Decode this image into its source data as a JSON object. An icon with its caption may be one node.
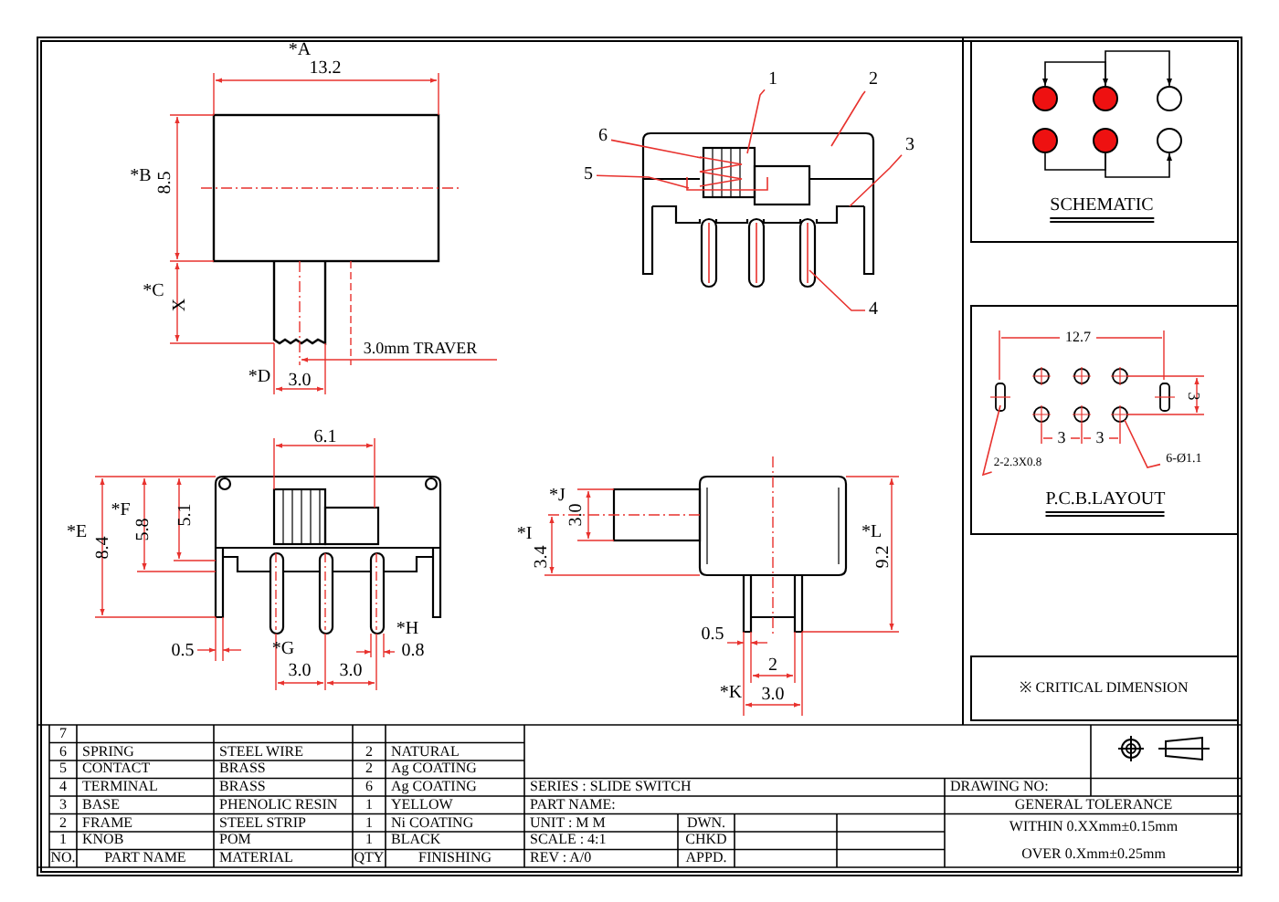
{
  "diagram": {
    "nodes": [
      {
        "text": [
          "1"
        ]
      },
      {
        "text": [
          "2"
        ]
      },
      {
        "text": [
          "3"
        ]
      },
      {
        "text": [
          "4"
        ]
      },
      {
        "text": [
          "5"
        ]
      },
      {
        "text": [
          "6"
        ]
      },
      {
        "text": [],
        "shape": "circle"
      },
      {
        "text": [],
        "shape": "circle"
      },
      {
        "text": [],
        "shape": "circle"
      },
      {
        "text": [],
        "shape": "circle"
      },
      {
        "text": [],
        "shape": "circle"
      },
      {
        "text": [],
        "shape": "circle"
      },
      {
        "text": [
          "2-2.3X0.8"
        ]
      },
      {
        "text": [
          "6-Ø1.1"
        ]
      },
      {
        "text": [],
        "shape": "picture",
        "in": 15
      },
      {
        "text": [],
        "shape": "picture"
      },
      {
        "text": [],
        "shape": "picture",
        "in": 15
      },
      {
        "text": [],
        "shape": "picture"
      },
      {
        "text": [],
        "shape": "picture",
        "in": 16
      },
      {
        "text": [],
        "shape": "picture",
        "in": 15
      },
      {
        "text": [],
        "shape": "box"
      },
      {
        "text": [],
        "shape": "circle"
      }
    ],
    "edges": [
      {
        "from": 0,
        "to": 14,
        "arrow": "none"
      },
      {
        "from": 1,
        "to": 15,
        "arrow": "none"
      },
      {
        "from": 2,
        "to": 16,
        "arrow": "none"
      },
      {
        "from": 3,
        "to": 17,
        "arrow": "none"
      },
      {
        "from": 4,
        "to": 18,
        "arrow": "none"
      },
      {
        "from": 5,
        "to": 19,
        "arrow": "none"
      },
      {
        "from": 12,
        "to": 20,
        "arrow": "none"
      },
      {
        "from": 13,
        "to": 21,
        "arrow": "none"
      },
      {
        "from": 6,
        "to": 7,
        "arrow": "both",
        "color": "#000000"
      },
      {
        "from": 7,
        "to": 8,
        "arrow": "to",
        "color": "#000000"
      },
      {
        "from": 9,
        "to": 10,
        "arrow": "none",
        "color": "#000000"
      },
      {
        "from": 10,
        "to": 11,
        "arrow": "to",
        "color": "#000000"
      }
    ],
    "labels": [
      "*A",
      "13.2",
      "*B",
      "8.5",
      "*C",
      "X",
      "3.0mm TRAVER",
      "*D",
      "3.0",
      "SCHEMATIC",
      "12.7",
      "3",
      "3",
      "3",
      "P.C.B.LAYOUT",
      "6.1",
      "*E",
      "8.4",
      "*F",
      "5.8",
      "5.1",
      "0.5",
      "*G",
      "3.0",
      "3.0",
      "*H",
      "0.8",
      "*J",
      "3.0",
      "*I",
      "3.4",
      "*L",
      "9.2",
      "0.5",
      "2",
      "*K",
      "3.0",
      "※ CRITICAL DIMENSION",
      "7",
      "6",
      "SPRING",
      "STEEL WIRE",
      "2",
      "NATURAL",
      "5",
      "CONTACT",
      "BRASS",
      "2",
      "Ag COATING",
      "4",
      "TERMINAL",
      "BRASS",
      "6",
      "Ag COATING",
      "SERIES : SLIDE SWITCH",
      "DRAWING NO:",
      "3",
      "BASE",
      "PHENOLIC RESIN",
      "1",
      "YELLOW",
      "PART NAME:",
      "GENERAL TOLERANCE",
      "2",
      "FRAME",
      "STEEL STRIP",
      "1",
      "Ni COATING",
      "UNIT : M M",
      "DWN.",
      "WITHIN 0.XXmm±0.15mm",
      "1",
      "KNOB",
      "POM",
      "1",
      "BLACK",
      "SCALE : 4:1",
      "CHKD",
      "NO.",
      "PART NAME",
      "MATERIAL",
      "QTY",
      "FINISHING",
      "REV : A/0",
      "APPD.",
      "OVER 0.Xmm±0.25mm"
    ]
  }
}
